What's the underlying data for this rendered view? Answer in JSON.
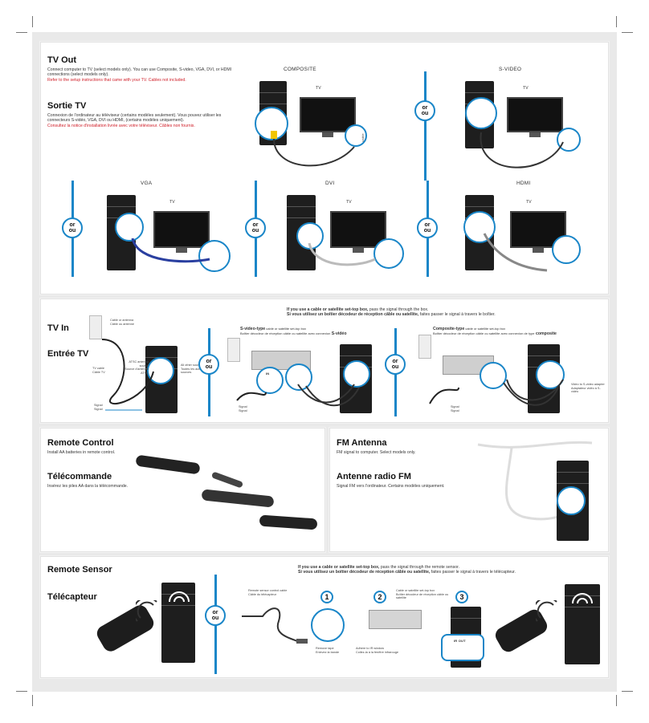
{
  "tv_out": {
    "title_en": "TV Out",
    "desc_en": "Connect computer to TV (select models only). You can use Composite, S-video, VGA, DVI, or HDMI connections (select models only).",
    "note_en": "Refer to the setup instructions that came with your TV. Cables not included.",
    "title_fr": "Sortie TV",
    "desc_fr": "Connexion de l'ordinateur au téléviseur (certains modèles seulement). Vous pouvez utiliser les connecteurs S-vidéo, VGA, DVI ou HDMI, (certains modèles uniquement).",
    "note_fr": "Consultez la notice d'installation livrée avec votre téléviseur. Câbles non fournis.",
    "composite": "COMPOSITE",
    "svideo": "S-VIDEO",
    "vga": "VGA",
    "dvi": "DVI",
    "hdmi": "HDMI",
    "tv": "TV",
    "cable": "cable",
    "or_en": "or",
    "or_fr": "ou"
  },
  "tv_in": {
    "title_en": "TV In",
    "title_fr": "Entrée TV",
    "settop_en_bold": "If you use a cable or satellite set-top box,",
    "settop_en_rest": " pass the signal through the box.",
    "settop_fr_bold": "Si vous utilisez un boîtier décodeur de réception câble ou satellite,",
    "settop_fr_rest": " faites passer le signal à travers le boîtier.",
    "cable_antenna": "Cable or antenna",
    "cable_antenna_fr": "Câble ou antenne",
    "tv_cable": "TV cable",
    "tv_cable_fr": "Câble TV",
    "atsc_en": "ATSC antenna source",
    "atsc_fr": "Source d'antenne ATSC",
    "other_en": "All other sources",
    "other_fr": "Toutes les autres sources",
    "signal": "Signal",
    "signal_fr": "Signal",
    "svideo_type_bold": "S-video-type",
    "svideo_type_rest": " cable or satellite set-top box",
    "svideo_type_fr": "Boîtier décodeur de réception câble ou satellite avec connexion",
    "svideo_type_fr_bold": "S-vidéo",
    "composite_type_bold": "Composite-type",
    "composite_type_rest": " cable or satellite set-top box",
    "composite_type_fr": "Boîtier décodeur de réception câble ou satellite avec connexion de type",
    "composite_type_fr_bold": "composite",
    "in": "IN",
    "video_adapter_en": "Video to S-video adapter",
    "video_adapter_fr": "Adaptateur vidéo à S-vidéo"
  },
  "remote": {
    "title_en": "Remote Control",
    "desc_en": "Install AA batteries in remote control.",
    "title_fr": "Télécommande",
    "desc_fr": "Insérez les piles AA dans la télécommande."
  },
  "fm": {
    "title_en": "FM Antenna",
    "desc_en": "FM signal to computer. Select models only.",
    "title_fr": "Antenne radio FM",
    "desc_fr": "Signal FM vers l'ordinateur. Certains modèles uniquement."
  },
  "sensor": {
    "title_en": "Remote Sensor",
    "title_fr": "Télécapteur",
    "settop_en_bold": "If you use a cable or satellite set-top box,",
    "settop_en_rest": " pass the signal through the remote sensor.",
    "settop_fr_bold": "Si vous utilisez un boîtier décodeur de réception câble ou satellite,",
    "settop_fr_rest": " faites passer le signal à travers le télécapteur.",
    "control_cable_en": "Remote sensor control cable",
    "control_cable_fr": "Câble du télécapteur",
    "settop_box_en": "Cable or satellite set-top box",
    "settop_box_fr": "Boîtier décodeur de réception câble ou satellite",
    "remove_tape_en": "Remove tape",
    "remove_tape_fr": "Enlevez la bande",
    "adhere_en": "Adhere to IR window",
    "adhere_fr": "Collez-la à la fenêtre infrarouge",
    "ir_out": "IR OUT",
    "step1": "1",
    "step2": "2",
    "step3": "3"
  },
  "colors": {
    "accent_blue": "#1a86c8",
    "red_text": "#d0202a"
  }
}
